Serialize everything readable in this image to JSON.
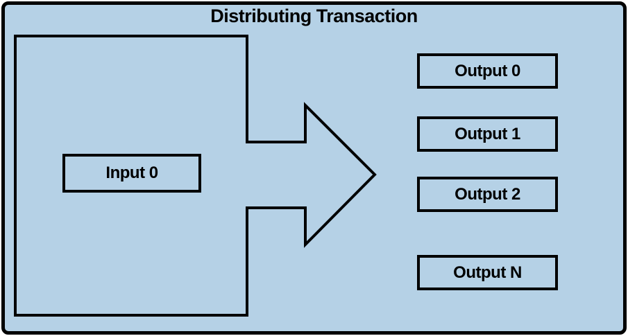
{
  "diagram": {
    "title": "Distributing Transaction",
    "input": {
      "label": "Input 0"
    },
    "outputs": [
      {
        "label": "Output 0"
      },
      {
        "label": "Output 1"
      },
      {
        "label": "Output 2"
      },
      {
        "label": "Output N"
      }
    ],
    "arrow": "right-arrow",
    "colors": {
      "background": "#b5d1e6",
      "border": "#000000",
      "text": "#000000"
    }
  }
}
